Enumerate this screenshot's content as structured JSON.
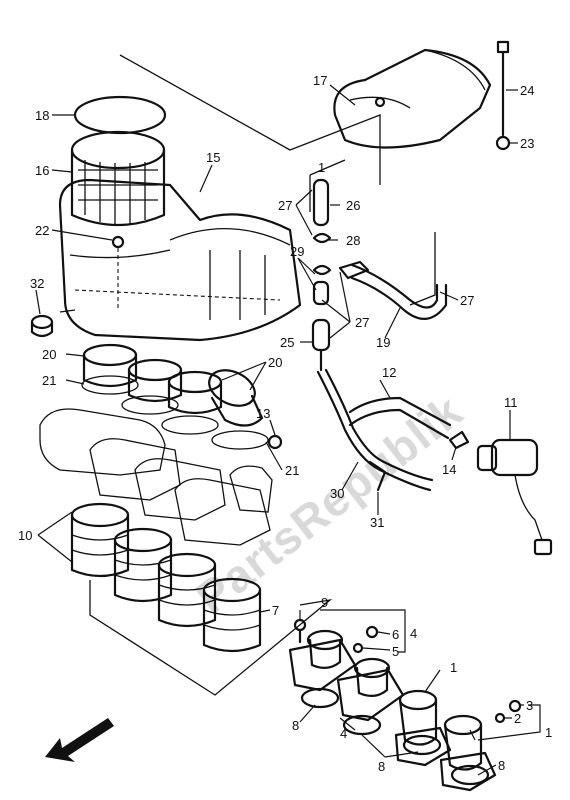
{
  "watermark": "PartsRepublik",
  "callouts": [
    {
      "id": "c24",
      "text": "24"
    },
    {
      "id": "c23",
      "text": "23"
    },
    {
      "id": "c17",
      "text": "17"
    },
    {
      "id": "c18",
      "text": "18"
    },
    {
      "id": "c16",
      "text": "16"
    },
    {
      "id": "c15",
      "text": "15"
    },
    {
      "id": "c1a",
      "text": "1"
    },
    {
      "id": "c27a",
      "text": "27"
    },
    {
      "id": "c26",
      "text": "26"
    },
    {
      "id": "c28",
      "text": "28"
    },
    {
      "id": "c22",
      "text": "22"
    },
    {
      "id": "c29",
      "text": "29"
    },
    {
      "id": "c27b",
      "text": "27"
    },
    {
      "id": "c27c",
      "text": "27"
    },
    {
      "id": "c19",
      "text": "19"
    },
    {
      "id": "c25",
      "text": "25"
    },
    {
      "id": "c32",
      "text": "32"
    },
    {
      "id": "c20a",
      "text": "20"
    },
    {
      "id": "c20b",
      "text": "20"
    },
    {
      "id": "c21a",
      "text": "21"
    },
    {
      "id": "c12",
      "text": "12"
    },
    {
      "id": "c11",
      "text": "11"
    },
    {
      "id": "c13",
      "text": "13"
    },
    {
      "id": "c14",
      "text": "14"
    },
    {
      "id": "c21b",
      "text": "21"
    },
    {
      "id": "c30",
      "text": "30"
    },
    {
      "id": "c31",
      "text": "31"
    },
    {
      "id": "c10",
      "text": "10"
    },
    {
      "id": "c9",
      "text": "9"
    },
    {
      "id": "c7",
      "text": "7"
    },
    {
      "id": "c6",
      "text": "6"
    },
    {
      "id": "c4a",
      "text": "4"
    },
    {
      "id": "c5",
      "text": "5"
    },
    {
      "id": "c1b",
      "text": "1"
    },
    {
      "id": "c3",
      "text": "3"
    },
    {
      "id": "c2",
      "text": "2"
    },
    {
      "id": "c1c",
      "text": "1"
    },
    {
      "id": "c8a",
      "text": "8"
    },
    {
      "id": "c4b",
      "text": "4"
    },
    {
      "id": "c8b",
      "text": "8"
    },
    {
      "id": "c8c",
      "text": "8"
    }
  ]
}
